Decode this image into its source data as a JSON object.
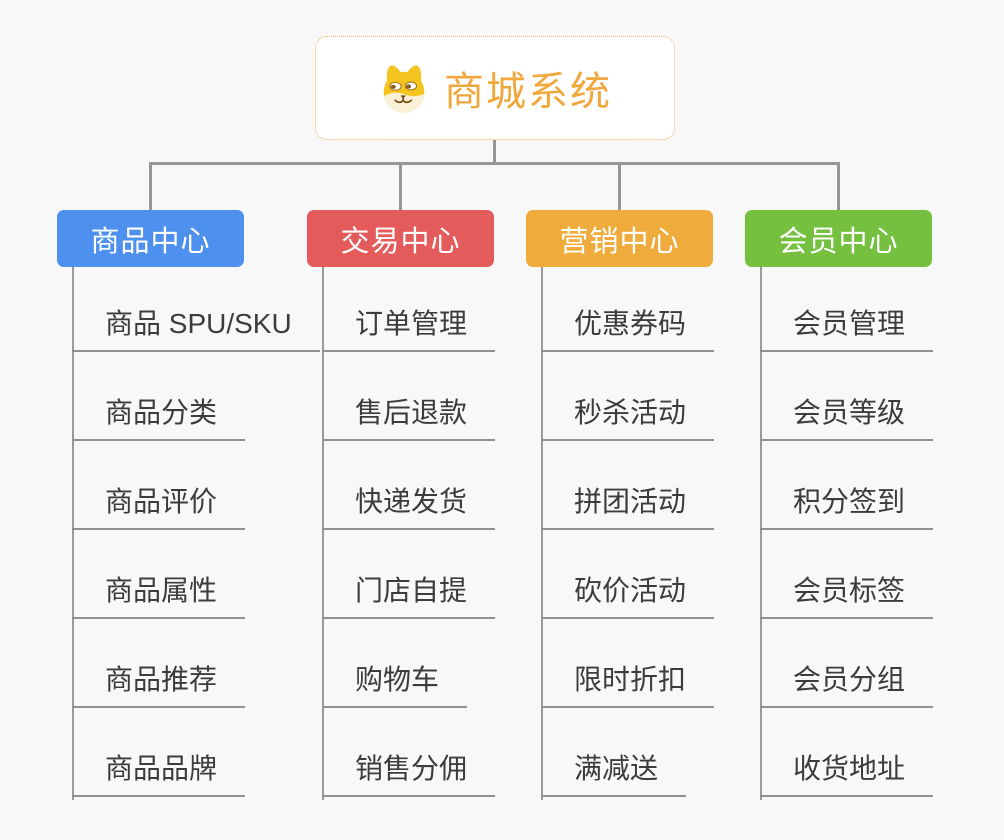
{
  "root": {
    "title": "商城系统",
    "icon": "shiba-dog-icon",
    "title_color": "#f0a73c",
    "border_color": "#f2b156"
  },
  "branches": [
    {
      "id": "product",
      "label": "商品中心",
      "color": "#4d90ee",
      "children": [
        "商品 SPU/SKU",
        "商品分类",
        "商品评价",
        "商品属性",
        "商品推荐",
        "商品品牌"
      ]
    },
    {
      "id": "trade",
      "label": "交易中心",
      "color": "#e45b5b",
      "children": [
        "订单管理",
        "售后退款",
        "快递发货",
        "门店自提",
        "购物车",
        "销售分佣"
      ]
    },
    {
      "id": "marketing",
      "label": "营销中心",
      "color": "#efac3d",
      "children": [
        "优惠券码",
        "秒杀活动",
        "拼团活动",
        "砍价活动",
        "限时折扣",
        "满减送"
      ]
    },
    {
      "id": "member",
      "label": "会员中心",
      "color": "#75c13f",
      "children": [
        "会员管理",
        "会员等级",
        "积分签到",
        "会员标签",
        "会员分组",
        "收货地址"
      ]
    }
  ],
  "connector_color": "#979797"
}
